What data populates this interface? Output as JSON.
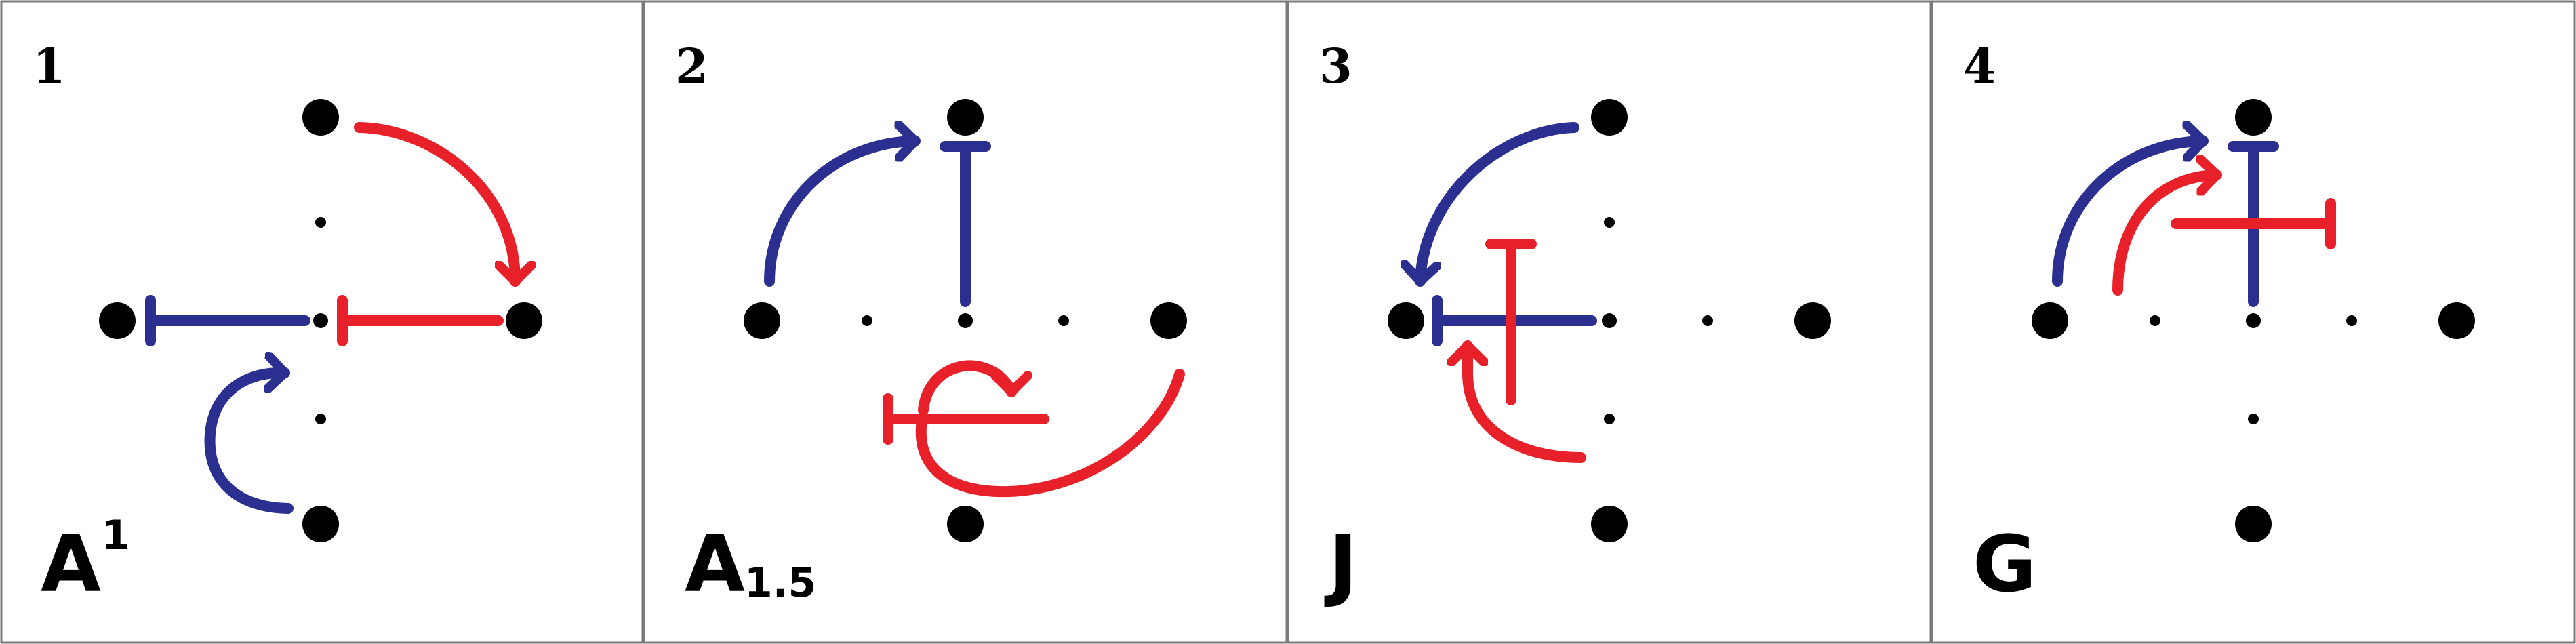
{
  "panels": [
    {
      "number": "1",
      "label": "A",
      "label_sup": "1",
      "label_sub": ""
    },
    {
      "number": "2",
      "label": "A",
      "label_sup": "",
      "label_sub": "1.5"
    },
    {
      "number": "3",
      "label": "J",
      "label_sup": "",
      "label_sub": ""
    },
    {
      "number": "4",
      "label": "G",
      "label_sup": "",
      "label_sub": ""
    }
  ],
  "colors": {
    "blue": "#2b2f8f",
    "red": "#e8202a",
    "dot": "#000000",
    "border": "#7a7a7a"
  }
}
